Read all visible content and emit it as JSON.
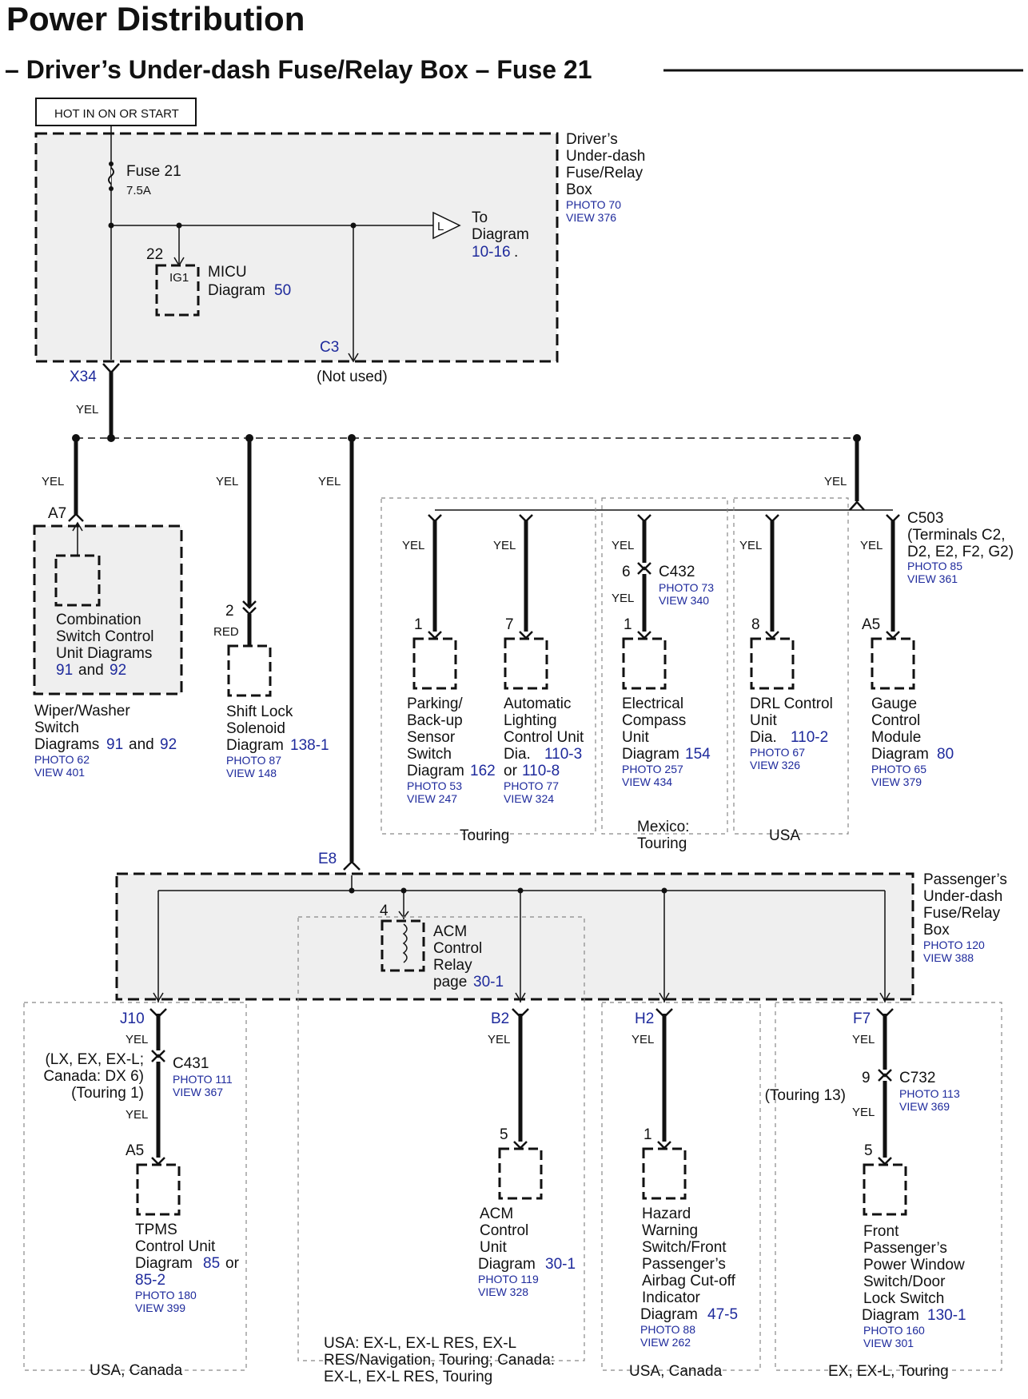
{
  "title": "Power Distribution",
  "subtitle": "– Driver’s Under-dash Fuse/Relay Box – Fuse 21",
  "hot_label": "HOT IN ON OR START",
  "driver_box": {
    "name": [
      "Driver’s",
      "Under-dash",
      "Fuse/Relay",
      "Box"
    ],
    "photo": "PHOTO 70",
    "view": "VIEW 376",
    "fuse": "Fuse 21",
    "fuse_rating": "7.5A",
    "micu_pin": "22",
    "micu_term": "IG1",
    "micu_label": "MICU",
    "micu_diagram": "Diagram",
    "micu_diagram_num": "50",
    "to_label": "To",
    "to_diagram": "Diagram",
    "to_diagram_num": "10-16",
    "to_marker": "L",
    "c3": "C3",
    "c3_note": "(Not used)",
    "x34": "X34"
  },
  "wire_color_yel": "YEL",
  "wire_color_red": "RED",
  "loads_top": {
    "wiper": {
      "pin": "A7",
      "inner": [
        "Combination",
        "Switch Control",
        "Unit Diagrams"
      ],
      "inner_nums": [
        "91",
        "and",
        "92"
      ],
      "label": [
        "Wiper/Washer",
        "Switch",
        "Diagrams"
      ],
      "label_nums": [
        "91",
        "and",
        "92"
      ],
      "photo": "PHOTO 62",
      "view": "VIEW 401"
    },
    "shift_lock": {
      "pin": "2",
      "label": [
        "Shift Lock",
        "Solenoid",
        "Diagram"
      ],
      "num": "138-1",
      "photo": "PHOTO 87",
      "view": "VIEW 148"
    },
    "parking": {
      "pin": "1",
      "label": [
        "Parking/",
        "Back-up",
        "Sensor",
        "Switch",
        "Diagram"
      ],
      "num": "162",
      "photo": "PHOTO 53",
      "view": "VIEW 247"
    },
    "auto_light": {
      "pin": "7",
      "label": [
        "Automatic",
        "Lighting",
        "Control Unit",
        "Dia."
      ],
      "num1": "110-3",
      "or": "or",
      "num2": "110-8",
      "photo": "PHOTO 77",
      "view": "VIEW 324"
    },
    "compass": {
      "conn_pin": "6",
      "conn": "C432",
      "conn_photo": "PHOTO 73",
      "conn_view": "VIEW 340",
      "pin": "1",
      "label": [
        "Electrical",
        "Compass",
        "Unit",
        "Diagram"
      ],
      "num": "154",
      "photo": "PHOTO 257",
      "view": "VIEW 434"
    },
    "drl": {
      "pin": "8",
      "label": [
        "DRL Control",
        "Unit",
        "Dia."
      ],
      "num": "110-2",
      "photo": "PHOTO 67",
      "view": "VIEW 326"
    },
    "gauge": {
      "conn": "C503",
      "conn_note": [
        "(Terminals C2,",
        "D2, E2, F2, G2)"
      ],
      "conn_photo": "PHOTO 85",
      "conn_view": "VIEW 361",
      "pin": "A5",
      "label": [
        "Gauge",
        "Control",
        "Module",
        "Diagram"
      ],
      "num": "80",
      "photo": "PHOTO 65",
      "view": "VIEW 379"
    },
    "region_touring": "Touring",
    "region_mexico": [
      "Mexico:",
      "Touring"
    ],
    "region_usa": "USA"
  },
  "passenger_box": {
    "e8": "E8",
    "name": [
      "Passenger’s",
      "Under-dash",
      "Fuse/Relay",
      "Box"
    ],
    "photo": "PHOTO 120",
    "view": "VIEW 388",
    "acm_pin": "4",
    "acm_label": [
      "ACM",
      "Control",
      "Relay",
      "page"
    ],
    "acm_page": "30-1"
  },
  "loads_bottom": {
    "tpms": {
      "conn_out": "J10",
      "note": [
        "(LX, EX, EX-L;",
        "Canada: DX 6)",
        "(Touring 1)"
      ],
      "conn": "C431",
      "conn_photo": "PHOTO 111",
      "conn_view": "VIEW 367",
      "pin": "A5",
      "label": [
        "TPMS",
        "Control Unit",
        "Diagram"
      ],
      "num1": "85",
      "or": "or",
      "num2": "85-2",
      "photo": "PHOTO 180",
      "view": "VIEW 399",
      "region": "USA, Canada"
    },
    "acm": {
      "conn_out": "B2",
      "pin": "5",
      "label": [
        "ACM",
        "Control",
        "Unit",
        "Diagram"
      ],
      "num": "30-1",
      "photo": "PHOTO 119",
      "view": "VIEW 328",
      "region": [
        "USA: EX-L, EX-L RES, EX-L",
        "RES/Navigation, Touring; Canada:",
        "EX-L, EX-L RES, Touring"
      ]
    },
    "hazard": {
      "conn_out": "H2",
      "pin": "1",
      "label": [
        "Hazard",
        "Warning",
        "Switch/Front",
        "Passenger’s",
        "Airbag Cut-off",
        "Indicator",
        "Diagram"
      ],
      "num": "47-5",
      "photo": "PHOTO 88",
      "view": "VIEW 262",
      "region": "USA, Canada"
    },
    "window": {
      "conn_out": "F7",
      "conn_pin": "9",
      "conn_note": "(Touring 13)",
      "conn": "C732",
      "conn_photo": "PHOTO 113",
      "conn_view": "VIEW 369",
      "pin": "5",
      "label": [
        "Front",
        "Passenger’s",
        "Power Window",
        "Switch/Door",
        "Lock Switch",
        "Diagram"
      ],
      "num": "130-1",
      "photo": "PHOTO 160",
      "view": "VIEW 301",
      "region": "EX, EX-L, Touring"
    }
  }
}
